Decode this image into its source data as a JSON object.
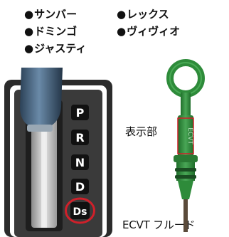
{
  "models": [
    "サンバー",
    "ドミンゴ",
    "ジャスティ",
    "レックス",
    "ヴィヴィオ"
  ],
  "gear_positions": [
    "P",
    "R",
    "N",
    "D",
    "Ds"
  ],
  "highlighted_position": "Ds",
  "display_label": "表示部",
  "fluid_label": "ECVT フルード",
  "dipstick_engraving": "ECVT",
  "colors": {
    "dipstick_green": "#2e8b3a",
    "highlight_red": "#d0202a",
    "selector_panel": "#2b2b2b",
    "lever_blue": "#4a6a8a"
  }
}
